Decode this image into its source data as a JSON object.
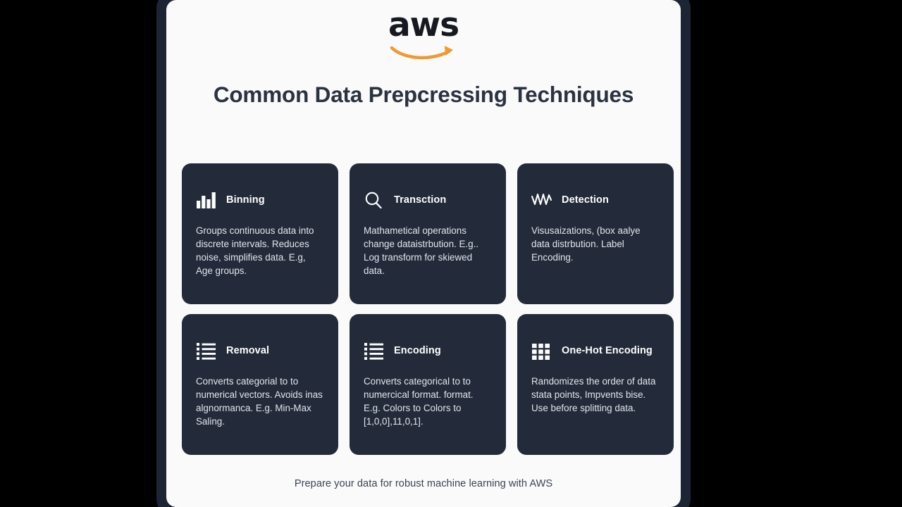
{
  "brand": {
    "logo_text": "aws",
    "logo_icon": "aws-smile-arrow-icon",
    "smile_color": "#ee9a2f",
    "wordmark_color": "#16191f"
  },
  "slide": {
    "title": "Common Data Prepcressing Techniques",
    "footer": "Prepare your data for robust machine learning with AWS",
    "panel_color": "#fafafb",
    "frame_color": "#1d2433",
    "title_color": "#2b3240"
  },
  "cards": [
    {
      "icon": "bar-chart-icon",
      "title": "Binning",
      "body": "Groups continuous data into discrete intervals. Reduces noise, simplifies data. E.g, Age groups.",
      "bg_color": "#232b3a"
    },
    {
      "icon": "search-icon",
      "title": "Transction",
      "body": "Mathametical operations change dataistrbution. E.g.. Log transform for skiewed data.",
      "bg_color": "#232b3a"
    },
    {
      "icon": "activity-zigzag-icon",
      "title": "Detection",
      "body": "Visusaizations, (box aalye data distrbution. Label Encoding.",
      "bg_color": "#232b3a"
    },
    {
      "icon": "bullet-list-icon",
      "title": "Removal",
      "body": "Converts categorial to to numerical vectors. Avoids inas algnormanca. E.g. Min-Max Saling.",
      "bg_color": "#232b3a"
    },
    {
      "icon": "bullet-list-icon",
      "title": "Encoding",
      "body": "Converts categorical to to numercical format. format. E.g. Colors to Colors to [1,0,0],11,0,1].",
      "bg_color": "#232b3a"
    },
    {
      "icon": "grid-3x3-icon",
      "title": "One-Hot Encoding",
      "body": "Randomizes the order of data stata points, Impvents bise. Use before splitting data.",
      "bg_color": "#232b3a"
    }
  ]
}
